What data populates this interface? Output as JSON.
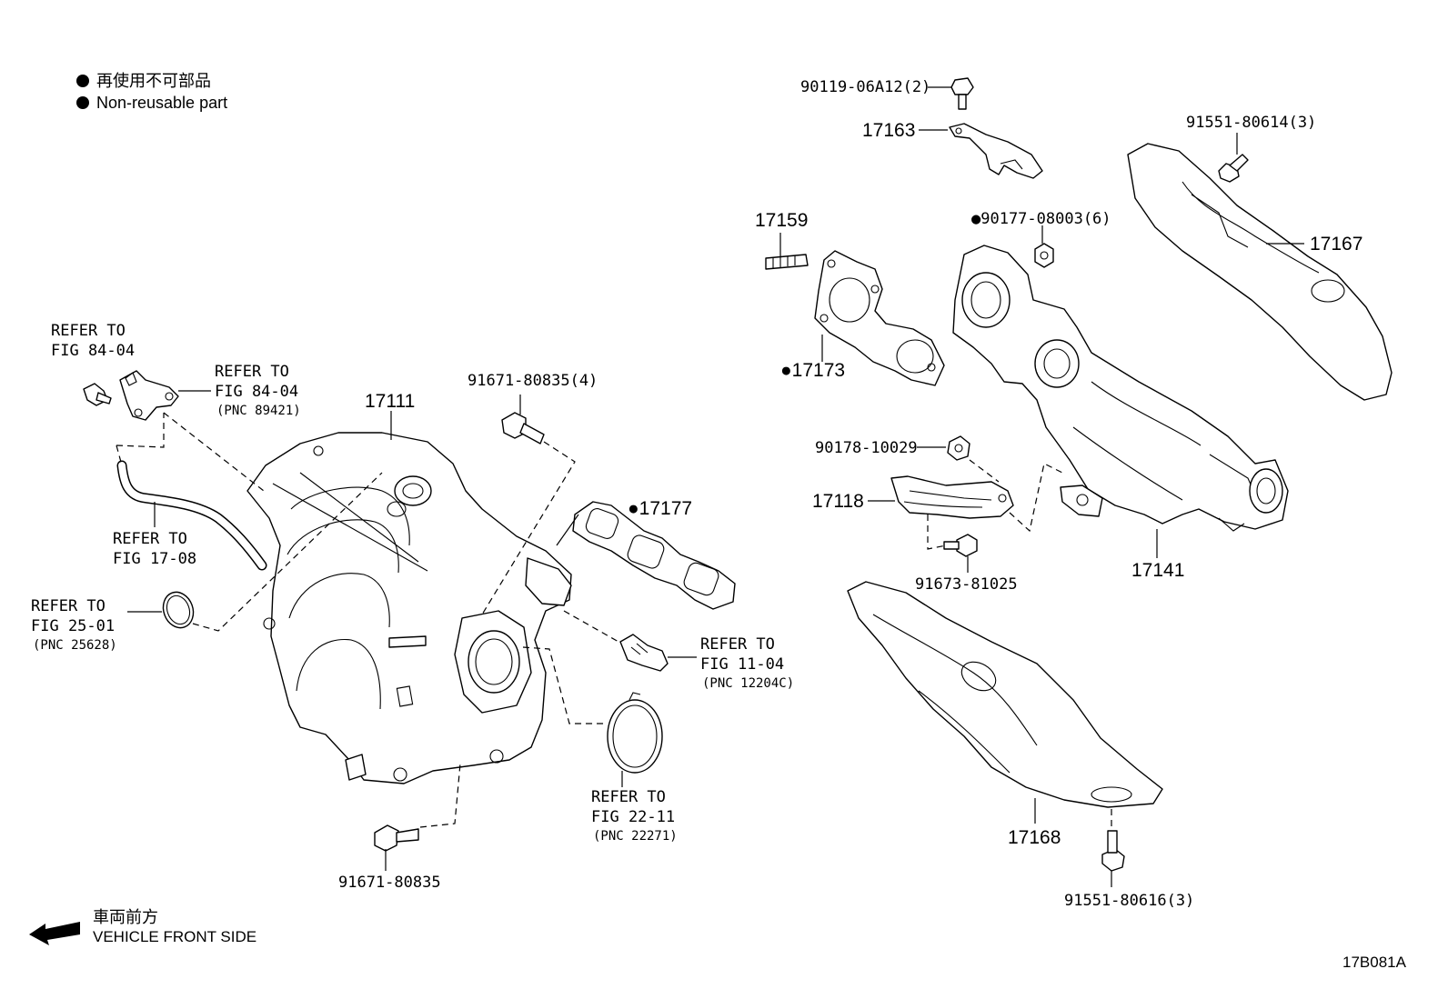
{
  "legend": {
    "bullet": "●",
    "line_ja": "再使用不可部品",
    "line_en": "Non-reusable part"
  },
  "direction": {
    "line_ja": "車両前方",
    "line_en": "VEHICLE FRONT SIDE"
  },
  "figure_id": "17B081A",
  "parts": {
    "p17111": "17111",
    "p91671_80835_4": "91671-80835(4)",
    "p17177": "●17177",
    "p91671_80835": "91671-80835",
    "p90119": "90119-06A12(2)",
    "p17163": "17163",
    "p91551_80614": "91551-80614(3)",
    "p17159": "17159",
    "p90177": "●90177-08003(6)",
    "p17167": "17167",
    "p17173": "●17173",
    "p90178": "90178-10029",
    "p17118": "17118",
    "p91673": "91673-81025",
    "p17141": "17141",
    "p17168": "17168",
    "p91551_80616": "91551-80616(3)"
  },
  "refs": {
    "r1": {
      "line1": "REFER TO",
      "line2": "FIG 84-04"
    },
    "r2": {
      "line1": "REFER TO",
      "line2": "FIG 84-04",
      "line3": "(PNC 89421)"
    },
    "r3": {
      "line1": "REFER TO",
      "line2": "FIG 17-08"
    },
    "r4": {
      "line1": "REFER TO",
      "line2": "FIG 25-01",
      "line3": "(PNC 25628)"
    },
    "r5": {
      "line1": "REFER TO",
      "line2": "FIG 11-04",
      "line3": "(PNC 12204C)"
    },
    "r6": {
      "line1": "REFER TO",
      "line2": "FIG 22-11",
      "line3": "(PNC 22271)"
    }
  }
}
